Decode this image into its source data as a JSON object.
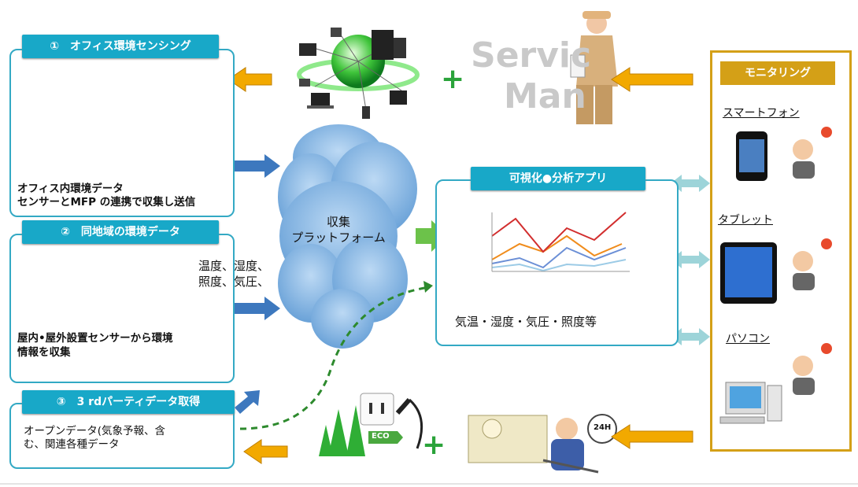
{
  "section1": {
    "header": "①　オフィス環境センシング",
    "line1": "オフィス内環境データ",
    "line2": "センサーとMFP の連携で収集し送信"
  },
  "section2": {
    "header": "②　同地域の環境データ",
    "metrics_line1": "温度、湿度、",
    "metrics_line2": "照度、気圧、",
    "line1": "屋内•屋外設置センサーから環境",
    "line2": "情報を収集"
  },
  "section3": {
    "header": "③　3 rdパーティデータ取得",
    "line1": "オープンデータ(気象予報、含",
    "line2": "む、関連各種データ"
  },
  "platform": {
    "line1": "収集",
    "line2": "プラットフォーム"
  },
  "service_man": {
    "line1": "Servic",
    "line2": "Man"
  },
  "app": {
    "header": "可視化●分析アプリ",
    "caption": "気温・湿度・気圧・照度等"
  },
  "monitoring": {
    "header": "モニタリング",
    "devices": [
      "スマートフォン",
      "タブレット",
      "パソコン"
    ]
  },
  "eco_label": "ECO",
  "clock_label": "24H",
  "plus_sign": "+",
  "colors": {
    "panel_border": "#33a9c4",
    "header_bg": "#18a8c8",
    "orange_arrow": "#f2a900",
    "blue_arrow": "#3d78be",
    "green_arrow": "#6cc24a",
    "monitor_border": "#d4a017",
    "cloud": "#7fb2e0"
  }
}
